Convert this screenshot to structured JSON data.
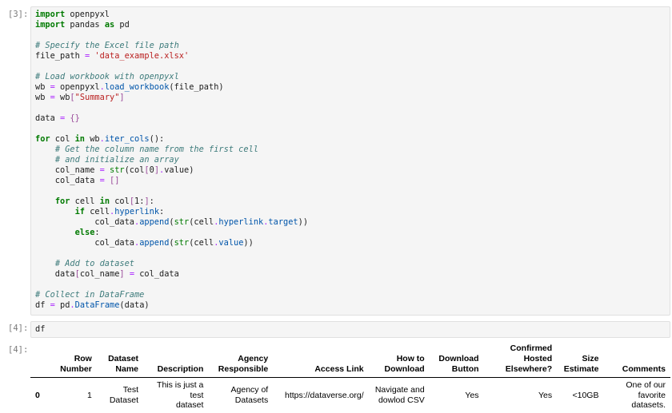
{
  "cells": {
    "c1": {
      "prompt": "[3]:",
      "lines": [
        [
          {
            "t": "kw",
            "v": "import"
          },
          {
            "t": "",
            "v": " openpyxl"
          }
        ],
        [
          {
            "t": "kw",
            "v": "import"
          },
          {
            "t": "",
            "v": " pandas "
          },
          {
            "t": "kw",
            "v": "as"
          },
          {
            "t": "",
            "v": " pd"
          }
        ],
        [],
        [
          {
            "t": "cm",
            "v": "# Specify the Excel file path"
          }
        ],
        [
          {
            "t": "",
            "v": "file_path "
          },
          {
            "t": "op",
            "v": "="
          },
          {
            "t": "",
            "v": " "
          },
          {
            "t": "st",
            "v": "'data_example.xlsx'"
          }
        ],
        [],
        [
          {
            "t": "cm",
            "v": "# Load workbook with openpyxl"
          }
        ],
        [
          {
            "t": "",
            "v": "wb "
          },
          {
            "t": "op",
            "v": "="
          },
          {
            "t": "",
            "v": " openpyxl"
          },
          {
            "t": "op",
            "v": "."
          },
          {
            "t": "fn",
            "v": "load_workbook"
          },
          {
            "t": "",
            "v": "(file_path)"
          }
        ],
        [
          {
            "t": "",
            "v": "wb "
          },
          {
            "t": "op",
            "v": "="
          },
          {
            "t": "",
            "v": " wb"
          },
          {
            "t": "pn",
            "v": "["
          },
          {
            "t": "st",
            "v": "\"Summary\""
          },
          {
            "t": "pn",
            "v": "]"
          }
        ],
        [],
        [
          {
            "t": "",
            "v": "data "
          },
          {
            "t": "op",
            "v": "="
          },
          {
            "t": "",
            "v": " "
          },
          {
            "t": "pn",
            "v": "{}"
          }
        ],
        [],
        [
          {
            "t": "kw",
            "v": "for"
          },
          {
            "t": "",
            "v": " col "
          },
          {
            "t": "kw",
            "v": "in"
          },
          {
            "t": "",
            "v": " wb"
          },
          {
            "t": "op",
            "v": "."
          },
          {
            "t": "fn",
            "v": "iter_cols"
          },
          {
            "t": "",
            "v": "():"
          }
        ],
        [
          {
            "t": "",
            "v": "    "
          },
          {
            "t": "cm",
            "v": "# Get the column name from the first cell"
          }
        ],
        [
          {
            "t": "",
            "v": "    "
          },
          {
            "t": "cm",
            "v": "# and initialize an array"
          }
        ],
        [
          {
            "t": "",
            "v": "    col_name "
          },
          {
            "t": "op",
            "v": "="
          },
          {
            "t": "",
            "v": " "
          },
          {
            "t": "bi",
            "v": "str"
          },
          {
            "t": "",
            "v": "(col"
          },
          {
            "t": "pn",
            "v": "["
          },
          {
            "t": "",
            "v": "0"
          },
          {
            "t": "pn",
            "v": "]"
          },
          {
            "t": "op",
            "v": "."
          },
          {
            "t": "",
            "v": "value)"
          }
        ],
        [
          {
            "t": "",
            "v": "    col_data "
          },
          {
            "t": "op",
            "v": "="
          },
          {
            "t": "",
            "v": " "
          },
          {
            "t": "pn",
            "v": "[]"
          }
        ],
        [],
        [
          {
            "t": "",
            "v": "    "
          },
          {
            "t": "kw",
            "v": "for"
          },
          {
            "t": "",
            "v": " cell "
          },
          {
            "t": "kw",
            "v": "in"
          },
          {
            "t": "",
            "v": " col"
          },
          {
            "t": "pn",
            "v": "["
          },
          {
            "t": "",
            "v": "1:"
          },
          {
            "t": "pn",
            "v": "]"
          },
          {
            "t": "",
            "v": ":"
          }
        ],
        [
          {
            "t": "",
            "v": "        "
          },
          {
            "t": "kw",
            "v": "if"
          },
          {
            "t": "",
            "v": " cell"
          },
          {
            "t": "op",
            "v": "."
          },
          {
            "t": "fn",
            "v": "hyperlink"
          },
          {
            "t": "",
            "v": ":"
          }
        ],
        [
          {
            "t": "",
            "v": "            col_data"
          },
          {
            "t": "op",
            "v": "."
          },
          {
            "t": "fn",
            "v": "append"
          },
          {
            "t": "",
            "v": "("
          },
          {
            "t": "bi",
            "v": "str"
          },
          {
            "t": "",
            "v": "(cell"
          },
          {
            "t": "op",
            "v": "."
          },
          {
            "t": "fn",
            "v": "hyperlink"
          },
          {
            "t": "op",
            "v": "."
          },
          {
            "t": "fn",
            "v": "target"
          },
          {
            "t": "",
            "v": "))"
          }
        ],
        [
          {
            "t": "",
            "v": "        "
          },
          {
            "t": "kw",
            "v": "else"
          },
          {
            "t": "",
            "v": ":"
          }
        ],
        [
          {
            "t": "",
            "v": "            col_data"
          },
          {
            "t": "op",
            "v": "."
          },
          {
            "t": "fn",
            "v": "append"
          },
          {
            "t": "",
            "v": "("
          },
          {
            "t": "bi",
            "v": "str"
          },
          {
            "t": "",
            "v": "(cell"
          },
          {
            "t": "op",
            "v": "."
          },
          {
            "t": "fn",
            "v": "value"
          },
          {
            "t": "",
            "v": "))"
          }
        ],
        [],
        [
          {
            "t": "",
            "v": "    "
          },
          {
            "t": "cm",
            "v": "# Add to dataset"
          }
        ],
        [
          {
            "t": "",
            "v": "    data"
          },
          {
            "t": "pn",
            "v": "["
          },
          {
            "t": "",
            "v": "col_name"
          },
          {
            "t": "pn",
            "v": "]"
          },
          {
            "t": "",
            "v": " "
          },
          {
            "t": "op",
            "v": "="
          },
          {
            "t": "",
            "v": " col_data"
          }
        ],
        [],
        [
          {
            "t": "cm",
            "v": "# Collect in DataFrame"
          }
        ],
        [
          {
            "t": "",
            "v": "df "
          },
          {
            "t": "op",
            "v": "="
          },
          {
            "t": "",
            "v": " pd"
          },
          {
            "t": "op",
            "v": "."
          },
          {
            "t": "fn",
            "v": "DataFrame"
          },
          {
            "t": "",
            "v": "(data)"
          }
        ]
      ]
    },
    "c2": {
      "prompt": "[4]:",
      "lines": [
        [
          {
            "t": "",
            "v": "df"
          }
        ]
      ]
    },
    "c3": {
      "prompt": "[4]:",
      "table": {
        "headers": [
          "",
          "Row\nNumber",
          "Dataset\nName",
          "Description",
          "Agency\nResponsible",
          "Access Link",
          "How to\nDownload",
          "Download\nButton",
          "Confirmed Hosted\nElsewhere?",
          "Size\nEstimate",
          "Comments"
        ],
        "rows": [
          [
            "0",
            "1",
            "Test\nDataset",
            "This is just a test\ndataset",
            "Agency of\nDatasets",
            "https://dataverse.org/",
            "Navigate and\ndowlod CSV",
            "Yes",
            "Yes",
            "<10GB",
            "One of our favorite\ndatasets."
          ]
        ]
      }
    }
  }
}
